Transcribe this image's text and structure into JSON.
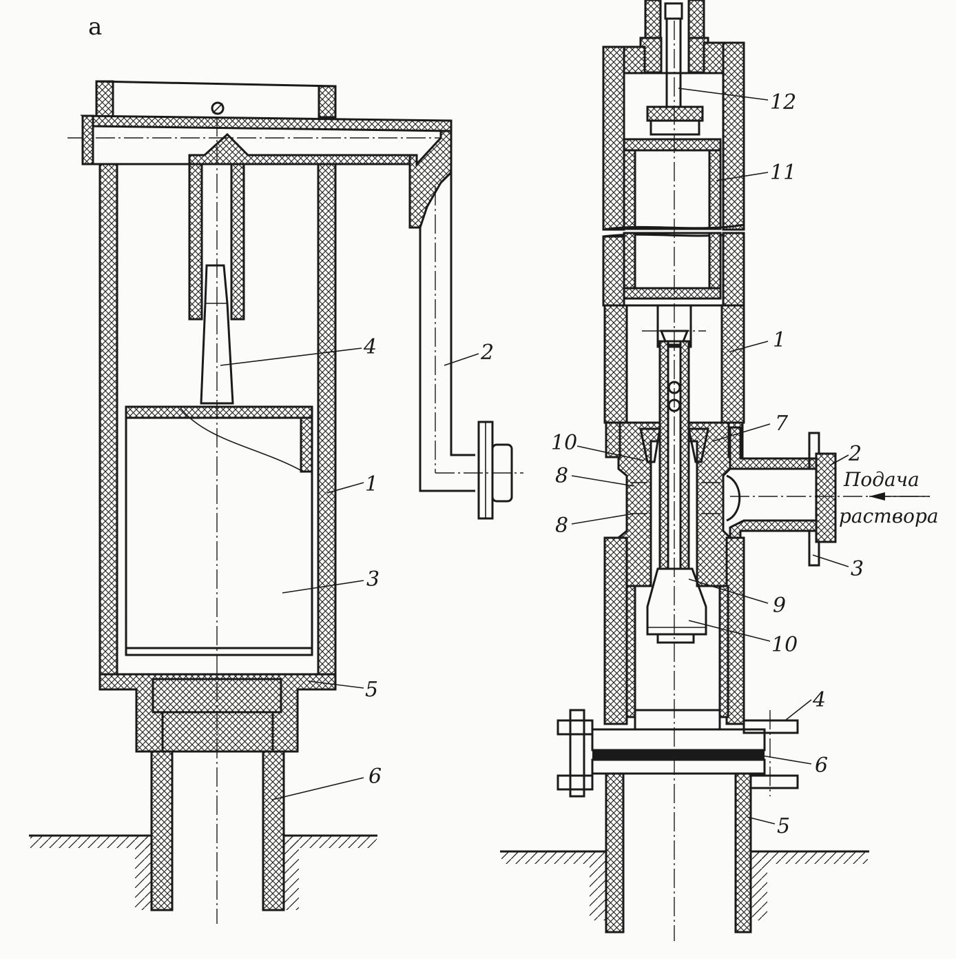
{
  "figure": {
    "panel_label": "а",
    "left_view": {
      "callouts": [
        {
          "id": "1",
          "text": "1"
        },
        {
          "id": "2",
          "text": "2"
        },
        {
          "id": "3",
          "text": "3"
        },
        {
          "id": "4",
          "text": "4"
        },
        {
          "id": "5",
          "text": "5"
        },
        {
          "id": "6",
          "text": "6"
        }
      ]
    },
    "right_view": {
      "callouts": [
        {
          "id": "1",
          "text": "1"
        },
        {
          "id": "2",
          "text": "2"
        },
        {
          "id": "3",
          "text": "3"
        },
        {
          "id": "4",
          "text": "4"
        },
        {
          "id": "5",
          "text": "5"
        },
        {
          "id": "6",
          "text": "6"
        },
        {
          "id": "7",
          "text": "7"
        },
        {
          "id": "8a",
          "text": "8"
        },
        {
          "id": "8b",
          "text": "8"
        },
        {
          "id": "9",
          "text": "9"
        },
        {
          "id": "10a",
          "text": "10"
        },
        {
          "id": "10b",
          "text": "10"
        },
        {
          "id": "11",
          "text": "11"
        },
        {
          "id": "12",
          "text": "12"
        }
      ],
      "inlet_inscription_line1": "Подача",
      "inlet_inscription_line2": "раствора"
    }
  }
}
